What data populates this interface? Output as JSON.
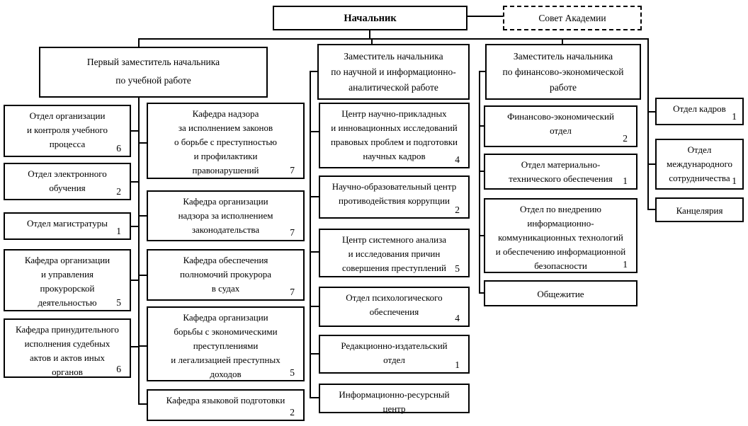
{
  "head": {
    "label": "Начальник"
  },
  "council": {
    "label": "Совет Академии"
  },
  "deputies": [
    {
      "label": "Первый заместитель начальника\nпо учебной работе"
    },
    {
      "label": "Заместитель начальника\nпо научной и информационно-\nаналитической работе"
    },
    {
      "label": "Заместитель начальника\nпо финансово-экономической\nработе"
    }
  ],
  "education_units": [
    {
      "label": "Отдел организации\nи контроля учебного\nпроцесса",
      "count": "6"
    },
    {
      "label": "Отдел электронного\nобучения",
      "count": "2"
    },
    {
      "label": "Отдел магистратуры",
      "count": "1"
    },
    {
      "label": "Кафедра организации\nи управления\nпрокурорской\nдеятельностью",
      "count": "5"
    },
    {
      "label": "Кафедра принудительного\nисполнения судебных\nактов и актов иных\nорганов",
      "count": "6"
    }
  ],
  "education_departments": [
    {
      "label": "Кафедра надзора\nза исполнением законов\nо борьбе с преступностью\nи профилактики\nправонарушений",
      "count": "7"
    },
    {
      "label": "Кафедра организации\nнадзора за исполнением\nзаконодательства",
      "count": "7"
    },
    {
      "label": "Кафедра обеспечения\nполномочий прокурора\nв судах",
      "count": "7"
    },
    {
      "label": "Кафедра организации\nборьбы с экономическими\nпреступлениями\nи легализацией преступных\nдоходов",
      "count": "5"
    },
    {
      "label": "Кафедра языковой подготовки",
      "count": "2"
    }
  ],
  "science_units": [
    {
      "label": "Центр научно-прикладных\nи инновационных исследований\nправовых проблем и подготовки\nнаучных кадров",
      "count": "4"
    },
    {
      "label": "Научно-образовательный центр\nпротиводействия коррупции",
      "count": "2"
    },
    {
      "label": "Центр системного анализа\nи исследования причин\nсовершения преступлений",
      "count": "5"
    },
    {
      "label": "Отдел психологического\nобеспечения",
      "count": "4"
    },
    {
      "label": "Редакционно-издательский\nотдел",
      "count": "1"
    },
    {
      "label": "Информационно-ресурсный\nцентр"
    }
  ],
  "finance_units": [
    {
      "label": "Финансово-экономический\nотдел",
      "count": "2"
    },
    {
      "label": "Отдел материально-\nтехнического обеспечения",
      "count": "1"
    },
    {
      "label": "Отдел по внедрению\nинформационно-\nкоммуникационных технологий\nи обеспечению информационной\nбезопасности",
      "count": "1"
    },
    {
      "label": "Общежитие"
    }
  ],
  "head_units": [
    {
      "label": "Отдел кадров",
      "count": "1"
    },
    {
      "label": "Отдел\nмеждународного\nсотрудничества",
      "count": "1"
    },
    {
      "label": "Канцелярия"
    }
  ],
  "colors": {
    "line": "#000000",
    "background": "#ffffff",
    "text": "#000000"
  }
}
